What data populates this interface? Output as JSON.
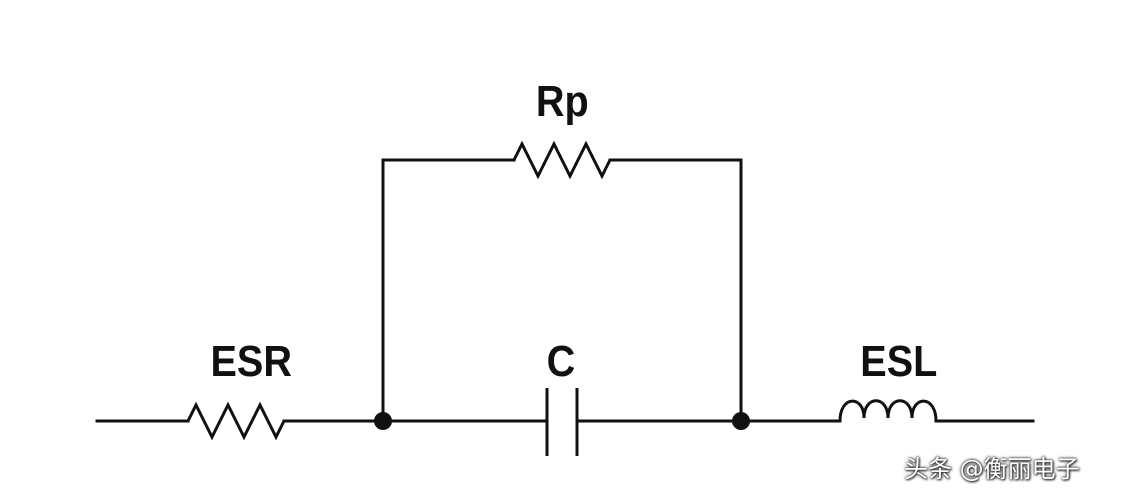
{
  "labels": {
    "rp": "Rp",
    "esr": "ESR",
    "c": "C",
    "esl": "ESL"
  },
  "watermark": "头条 @衡丽电子",
  "colors": {
    "wire": "#111111",
    "background": "#ffffff"
  }
}
